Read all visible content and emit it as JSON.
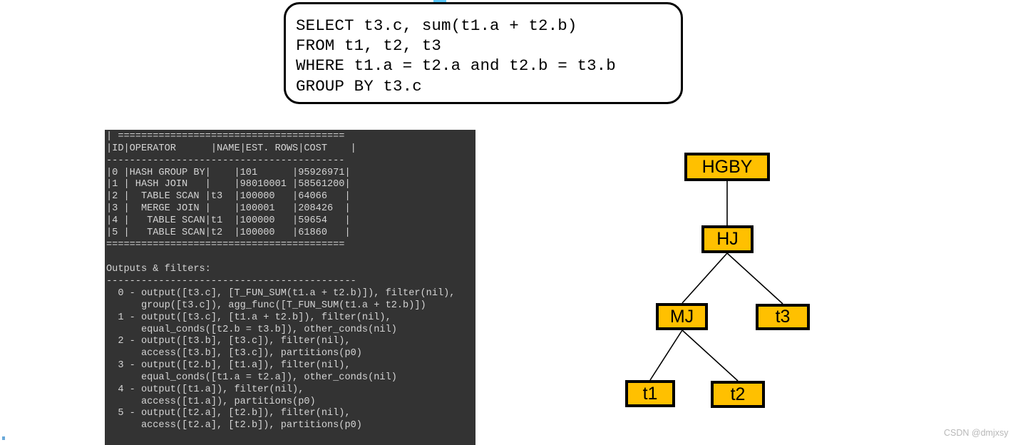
{
  "sql_box": {
    "query": "SELECT t3.c, sum(t1.a + t2.b)\nFROM t1, t2, t3\nWHERE t1.a = t2.a and t2.b = t3.b\nGROUP BY t3.c"
  },
  "terminal": {
    "plan_table": "| =======================================\n|ID|OPERATOR      |NAME|EST. ROWS|COST    |\n-----------------------------------------\n|0 |HASH GROUP BY|    |101      |95926971|\n|1 | HASH JOIN   |    |98010001 |58561200|\n|2 |  TABLE SCAN |t3  |100000   |64066   |\n|3 |  MERGE JOIN |    |100001   |208426  |\n|4 |   TABLE SCAN|t1  |100000   |59654   |\n|5 |   TABLE SCAN|t2  |100000   |61860   |\n=========================================",
    "outputs_title": "Outputs & filters:\n-------------------------------------------",
    "outputs_body": "  0 - output([t3.c], [T_FUN_SUM(t1.a + t2.b)]), filter(nil),\n      group([t3.c]), agg_func([T_FUN_SUM(t1.a + t2.b)])\n  1 - output([t3.c], [t1.a + t2.b]), filter(nil),\n      equal_conds([t2.b = t3.b]), other_conds(nil)\n  2 - output([t3.b], [t3.c]), filter(nil),\n      access([t3.b], [t3.c]), partitions(p0)\n  3 - output([t2.b], [t1.a]), filter(nil),\n      equal_conds([t1.a = t2.a]), other_conds(nil)\n  4 - output([t1.a]), filter(nil),\n      access([t1.a]), partitions(p0)\n  5 - output([t2.a], [t2.b]), filter(nil),\n      access([t2.a], [t2.b]), partitions(p0)",
    "background_color": "#333333",
    "text_color": "#d4d4d4"
  },
  "plan_table_data": {
    "columns": [
      "ID",
      "OPERATOR",
      "NAME",
      "EST. ROWS",
      "COST"
    ],
    "rows": [
      [
        "0",
        "HASH GROUP BY",
        "",
        "101",
        "95926971"
      ],
      [
        "1",
        "HASH JOIN",
        "",
        "98010001",
        "58561200"
      ],
      [
        "2",
        "TABLE SCAN",
        "t3",
        "100000",
        "64066"
      ],
      [
        "3",
        "MERGE JOIN",
        "",
        "100001",
        "208426"
      ],
      [
        "4",
        "TABLE SCAN",
        "t1",
        "100000",
        "59654"
      ],
      [
        "5",
        "TABLE SCAN",
        "t2",
        "100000",
        "61860"
      ]
    ]
  },
  "tree": {
    "node_fill": "#ffc000",
    "node_border": "#000000",
    "nodes": [
      {
        "id": "hgby",
        "label": "HGBY"
      },
      {
        "id": "hj",
        "label": "HJ"
      },
      {
        "id": "mj",
        "label": "MJ"
      },
      {
        "id": "t3",
        "label": "t3"
      },
      {
        "id": "t1",
        "label": "t1"
      },
      {
        "id": "t2",
        "label": "t2"
      }
    ],
    "edges": [
      {
        "from": "hgby",
        "to": "hj"
      },
      {
        "from": "hj",
        "to": "mj"
      },
      {
        "from": "hj",
        "to": "t3"
      },
      {
        "from": "mj",
        "to": "t1"
      },
      {
        "from": "mj",
        "to": "t2"
      }
    ]
  },
  "watermark": {
    "text": "CSDN @dmjxsy"
  },
  "accent": {
    "sliver_color": "#5ac8fa"
  }
}
